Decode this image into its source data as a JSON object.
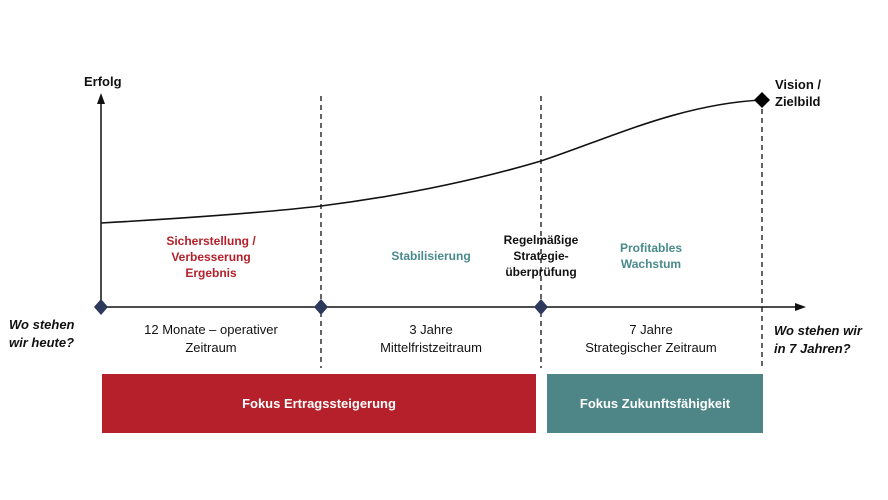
{
  "axis": {
    "y_label": "Erfolg",
    "goal_label_line1": "Vision /",
    "goal_label_line2": "Zielbild"
  },
  "questions": {
    "start_line1": "Wo stehen",
    "start_line2": "wir heute?",
    "end_line1": "Wo  stehen wir",
    "end_line2": "in 7 Jahren?"
  },
  "phases": [
    {
      "line1": "Sicherstellung /",
      "line2": "Verbesserung",
      "line3": "Ergebnis",
      "color": "#b5202a"
    },
    {
      "line1": "Stabilisierung",
      "color": "#4a8a8c"
    },
    {
      "line1": "Regelmäßige",
      "line2": "Strategie-",
      "line3": "überprüfung",
      "color": "#111111"
    },
    {
      "line1": "Profitables",
      "line2": "Wachstum",
      "color": "#4a8a8c"
    }
  ],
  "periods": [
    {
      "line1": "12 Monate – operativer",
      "line2": "Zeitraum"
    },
    {
      "line1": "3 Jahre",
      "line2": "Mittelfristzeitraum"
    },
    {
      "line1": "7 Jahre",
      "line2": "Strategischer Zeitraum"
    }
  ],
  "focus_bars": [
    {
      "label": "Fokus Ertragssteigerung",
      "color": "#b5202a"
    },
    {
      "label": "Fokus Zukunftsfähigkeit",
      "color": "#4e8586"
    }
  ],
  "colors": {
    "milestone_marker": "#2e3a5c",
    "goal_marker": "#000000",
    "axis": "#111111"
  }
}
